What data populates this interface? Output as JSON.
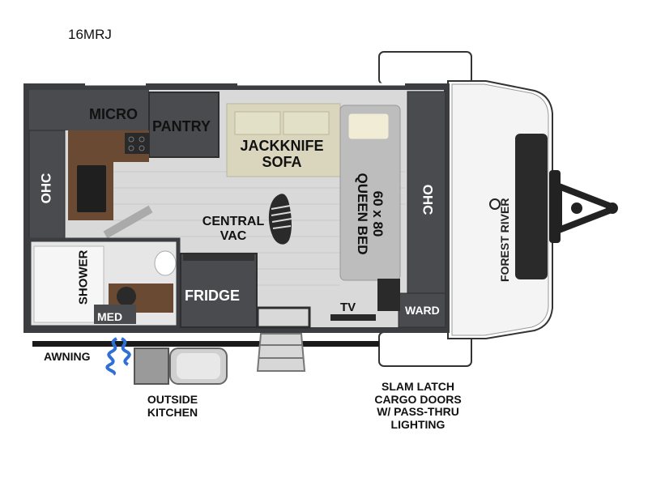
{
  "model": "16MRJ",
  "labels": {
    "micro": "MICRO",
    "pantry": "PANTRY",
    "sofa_line1": "JACKKNIFE",
    "sofa_line2": "SOFA",
    "bed_line1": "60 x 80",
    "bed_line2": "QUEEN BED",
    "ohc_left": "OHC",
    "ohc_right": "OHC",
    "central_vac_line1": "CENTRAL",
    "central_vac_line2": "VAC",
    "shower": "SHOWER",
    "med": "MED",
    "fridge": "FRIDGE",
    "tv": "TV",
    "ward": "WARD",
    "awning": "AWNING",
    "outside_kitchen_line1": "OUTSIDE",
    "outside_kitchen_line2": "KITCHEN",
    "cargo_line1": "SLAM LATCH",
    "cargo_line2": "CARGO DOORS",
    "cargo_line3": "W/ PASS-THRU",
    "cargo_line4": "LIGHTING"
  },
  "logo_text": "FOREST RIVER",
  "colors": {
    "wall": "#3c3d40",
    "cabinet": "#4a4b4f",
    "floor": "#d7d7d7",
    "sofa": "#d9d6bd",
    "bed": "#bdbdbd",
    "wood": "#6b4a33",
    "front_cap": "#ffffff",
    "hose": "#2f6fd6"
  },
  "icons": [
    "footprint-icon",
    "hitch-icon",
    "awning-icon",
    "hose-icon",
    "propane-tank-icon",
    "logo-icon"
  ]
}
